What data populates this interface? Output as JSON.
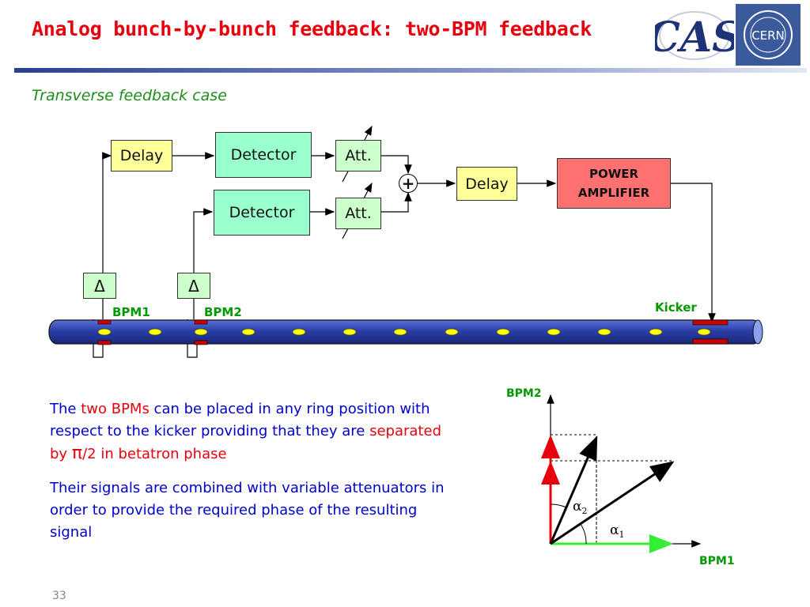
{
  "slide": {
    "title": "Analog bunch-by-bunch feedback: two-BPM feedback",
    "subtitle": "Transverse feedback case",
    "page_number": "33"
  },
  "logos": {
    "cas": "CAS",
    "cern": "CERN"
  },
  "diagram": {
    "delay_top": "Delay",
    "detector_1": "Detector",
    "detector_2": "Detector",
    "att_1": "Att.",
    "att_2": "Att.",
    "sum_symbol": "+",
    "delay_mid": "Delay",
    "amp_line1": "POWER",
    "amp_line2": "AMPLIFIER",
    "delta_1": "Δ",
    "delta_2": "Δ",
    "bpm1_label": "BPM1",
    "bpm2_label": "BPM2",
    "kicker_label": "Kicker"
  },
  "text": {
    "p1_part1": "The ",
    "p1_red1": "two BPMs",
    "p1_part2": " can be placed in any ring position with respect to the kicker providing that they are ",
    "p1_red2": "separated by ",
    "p1_pi": "π",
    "p1_red3": "/2",
    "p1_part3": " in betatron phase",
    "p2": "Their signals are combined with variable attenuators in order to provide the required phase of the resulting signal"
  },
  "vector_plot": {
    "y_axis_label": "BPM2",
    "x_axis_label": "BPM1",
    "alpha2": "α",
    "alpha2_sub": "2",
    "alpha1": "α",
    "alpha1_sub": "1"
  },
  "colors": {
    "title": "#e8000d",
    "subtitle": "#1a8f1a",
    "body_text": "#0000cc",
    "highlight": "#e8000d",
    "beam_pipe": "#3048b0",
    "bunch": "#ffff00",
    "electrode": "#cc0000",
    "label_green": "#009900",
    "vector_red": "#e8000d",
    "vector_green": "#33ee33"
  }
}
